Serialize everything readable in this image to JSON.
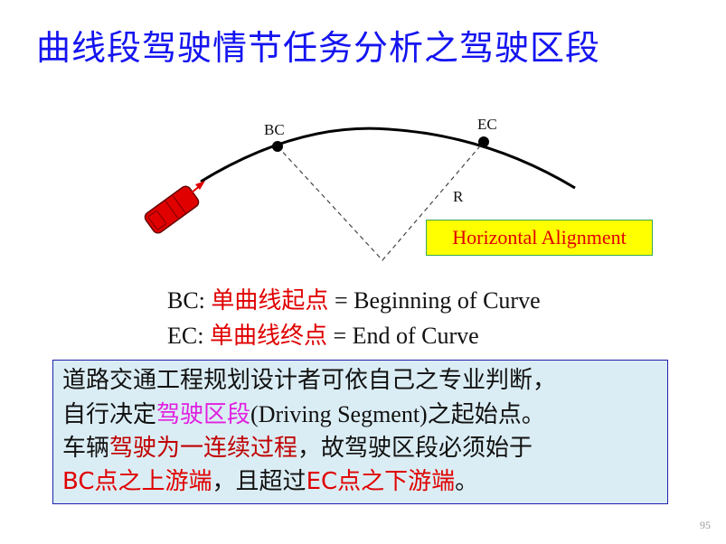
{
  "title": "曲线段驾驶情节任务分析之驾驶区段",
  "diagram": {
    "bc_label": "BC",
    "ec_label": "EC",
    "radius_label": "R",
    "alignment_box": "Horizontal Alignment"
  },
  "definitions": [
    {
      "abbr": "BC: ",
      "cn": "单曲线起点",
      "en": " = Beginning of Curve"
    },
    {
      "abbr": "EC: ",
      "cn": "单曲线终点",
      "en": " = End of Curve"
    }
  ],
  "note": {
    "line1": "道路交通工程规划设计者可依自己之专业判断，",
    "line2_a": "自行决定",
    "line2_b": "驾驶区段",
    "line2_c": "(Driving Segment)",
    "line2_d": "之起始点。",
    "line3_a": "车辆",
    "line3_b": "驾驶为一连续过程",
    "line3_c": "，故驾驶区段必须始于",
    "line4_a": "BC点之上游端",
    "line4_b": "，且超过",
    "line4_c": "EC点之下游端",
    "line4_d": "。"
  },
  "page_number": "95",
  "colors": {
    "title": "#1414f0",
    "red": "#e00000",
    "dark_red": "#c00000",
    "magenta": "#e020e0",
    "note_bg": "#dbedf4",
    "box_yellow": "#ffff00"
  }
}
